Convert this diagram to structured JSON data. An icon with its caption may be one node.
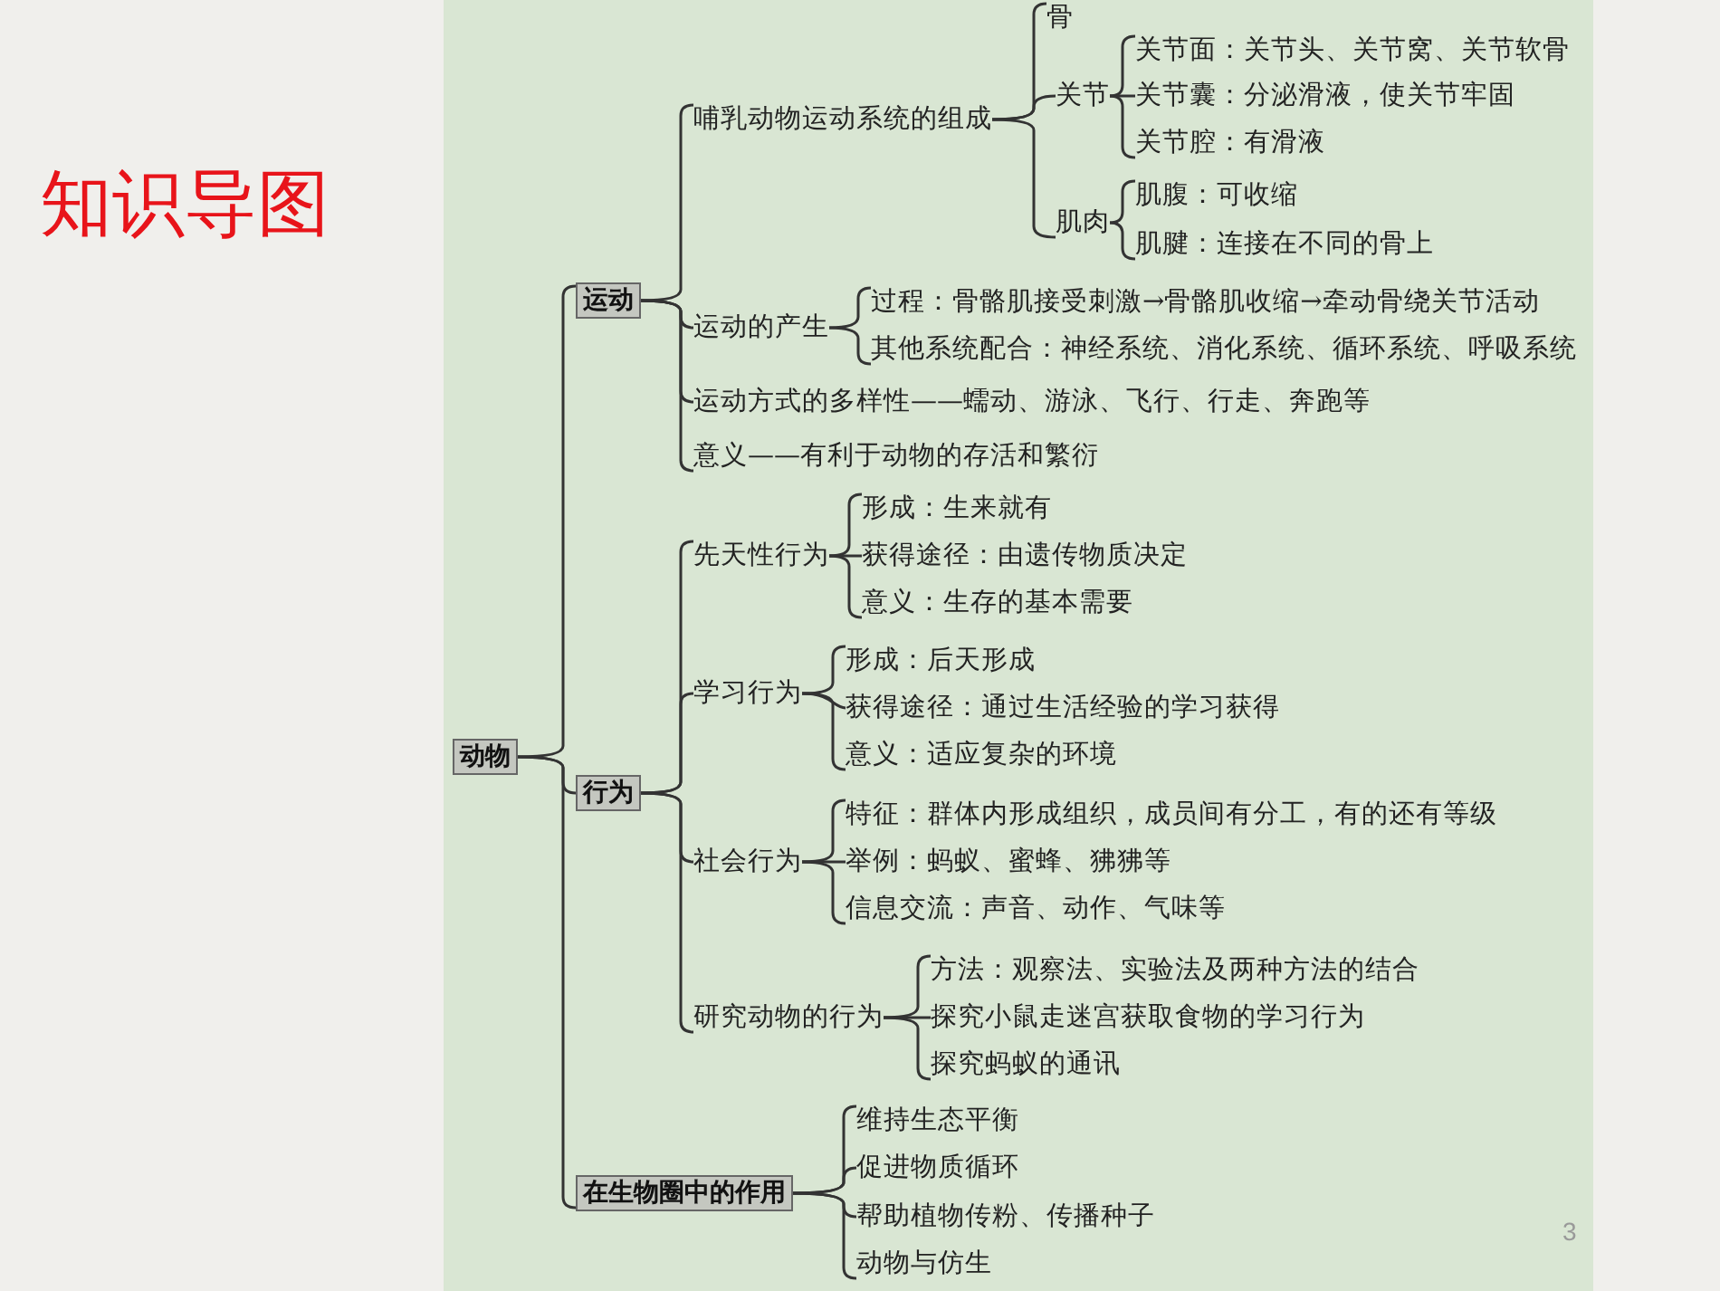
{
  "diagram": {
    "title": "知识导图",
    "nodes": [
      {
        "text": [
          "动物"
        ]
      },
      {
        "text": [
          "运动"
        ]
      },
      {
        "text": [
          "哺乳动物运动系统的组成"
        ]
      },
      {
        "text": [
          "骨"
        ]
      },
      {
        "text": [
          "关节"
        ]
      },
      {
        "text": [
          "关节面：关节头、关节窝、关节软骨"
        ]
      },
      {
        "text": [
          "关节囊：分泌滑液，使关节牢固"
        ]
      },
      {
        "text": [
          "关节腔：有滑液"
        ]
      },
      {
        "text": [
          "肌肉"
        ]
      },
      {
        "text": [
          "肌腹：可收缩"
        ]
      },
      {
        "text": [
          "肌腱：连接在不同的骨上"
        ]
      },
      {
        "text": [
          "运动的产生"
        ]
      },
      {
        "text": [
          "过程：骨骼肌接受刺激→骨骼肌收缩→牵动骨绕关节活动"
        ]
      },
      {
        "text": [
          "其他系统配合：神经系统、消化系统、循环系统、呼吸系统"
        ]
      },
      {
        "text": [
          "运动方式的多样性——蠕动、游泳、飞行、行走、奔跑等"
        ]
      },
      {
        "text": [
          "意义——有利于动物的存活和繁衍"
        ]
      },
      {
        "text": [
          "行为"
        ]
      },
      {
        "text": [
          "先天性行为"
        ]
      },
      {
        "text": [
          "形成：生来就有"
        ]
      },
      {
        "text": [
          "获得途径：由遗传物质决定"
        ]
      },
      {
        "text": [
          "意义：生存的基本需要"
        ]
      },
      {
        "text": [
          "学习行为"
        ]
      },
      {
        "text": [
          "形成：后天形成"
        ]
      },
      {
        "text": [
          "获得途径：通过生活经验的学习获得"
        ]
      },
      {
        "text": [
          "意义：适应复杂的环境"
        ]
      },
      {
        "text": [
          "社会行为"
        ]
      },
      {
        "text": [
          "特征：群体内形成组织，成员间有分工，有的还有等级"
        ]
      },
      {
        "text": [
          "举例：蚂蚁、蜜蜂、狒狒等"
        ]
      },
      {
        "text": [
          "信息交流：声音、动作、气味等"
        ]
      },
      {
        "text": [
          "研究动物的行为"
        ]
      },
      {
        "text": [
          "方法：观察法、实验法及两种方法的结合"
        ]
      },
      {
        "text": [
          "探究小鼠走迷宫获取食物的学习行为"
        ]
      },
      {
        "text": [
          "探究蚂蚁的通讯"
        ]
      },
      {
        "text": [
          "在生物圈中的作用"
        ]
      },
      {
        "text": [
          "维持生态平衡"
        ]
      },
      {
        "text": [
          "促进物质循环"
        ]
      },
      {
        "text": [
          "帮助植物传粉、传播种子"
        ]
      },
      {
        "text": [
          "动物与仿生"
        ]
      }
    ],
    "edges": [
      {
        "from": 0,
        "to": 1,
        "arrow": "none"
      },
      {
        "from": 0,
        "to": 16,
        "arrow": "none"
      },
      {
        "from": 0,
        "to": 33,
        "arrow": "none"
      },
      {
        "from": 1,
        "to": 2,
        "arrow": "none"
      },
      {
        "from": 1,
        "to": 11,
        "arrow": "none"
      },
      {
        "from": 1,
        "to": 14,
        "arrow": "none"
      },
      {
        "from": 1,
        "to": 15,
        "arrow": "none"
      },
      {
        "from": 2,
        "to": 3,
        "arrow": "none"
      },
      {
        "from": 2,
        "to": 4,
        "arrow": "none"
      },
      {
        "from": 2,
        "to": 8,
        "arrow": "none"
      },
      {
        "from": 4,
        "to": 5,
        "arrow": "none"
      },
      {
        "from": 4,
        "to": 6,
        "arrow": "none"
      },
      {
        "from": 4,
        "to": 7,
        "arrow": "none"
      },
      {
        "from": 8,
        "to": 9,
        "arrow": "none"
      },
      {
        "from": 8,
        "to": 10,
        "arrow": "none"
      },
      {
        "from": 11,
        "to": 12,
        "arrow": "none"
      },
      {
        "from": 11,
        "to": 13,
        "arrow": "none"
      },
      {
        "from": 16,
        "to": 17,
        "arrow": "none"
      },
      {
        "from": 16,
        "to": 21,
        "arrow": "none"
      },
      {
        "from": 16,
        "to": 25,
        "arrow": "none"
      },
      {
        "from": 16,
        "to": 29,
        "arrow": "none"
      },
      {
        "from": 17,
        "to": 18,
        "arrow": "none"
      },
      {
        "from": 17,
        "to": 19,
        "arrow": "none"
      },
      {
        "from": 17,
        "to": 20,
        "arrow": "none"
      },
      {
        "from": 21,
        "to": 22,
        "arrow": "none"
      },
      {
        "from": 21,
        "to": 23,
        "arrow": "none"
      },
      {
        "from": 21,
        "to": 24,
        "arrow": "none"
      },
      {
        "from": 25,
        "to": 26,
        "arrow": "none"
      },
      {
        "from": 25,
        "to": 27,
        "arrow": "none"
      },
      {
        "from": 25,
        "to": 28,
        "arrow": "none"
      },
      {
        "from": 29,
        "to": 30,
        "arrow": "none"
      },
      {
        "from": 29,
        "to": 31,
        "arrow": "none"
      },
      {
        "from": 29,
        "to": 32,
        "arrow": "none"
      },
      {
        "from": 33,
        "to": 34,
        "arrow": "none"
      },
      {
        "from": 33,
        "to": 35,
        "arrow": "none"
      },
      {
        "from": 33,
        "to": 36,
        "arrow": "none"
      },
      {
        "from": 33,
        "to": 37,
        "arrow": "none"
      }
    ],
    "labels": [
      "3"
    ]
  }
}
